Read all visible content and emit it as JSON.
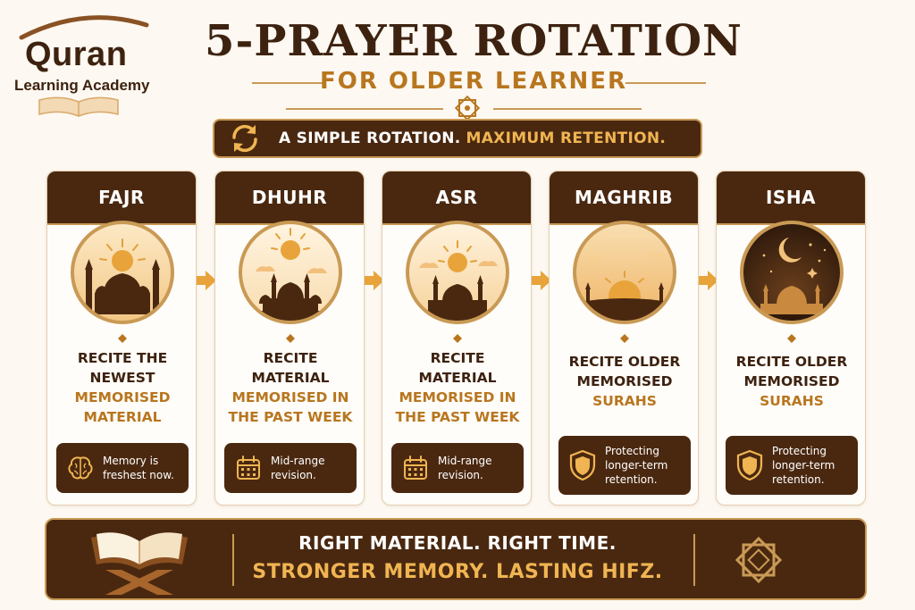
{
  "logo": {
    "name": "Quran",
    "subtitle": "Learning Academy"
  },
  "header": {
    "title": "5-PRAYER ROTATION",
    "subtitle": "FOR OLDER LEARNER"
  },
  "tagline": {
    "text": "A SIMPLE ROTATION.",
    "accent": "MAXIMUM RETENTION."
  },
  "colors": {
    "brown": "#4a2810",
    "gold": "#b8761f",
    "accent_gold": "#f0b552",
    "cream": "#fdf8f1"
  },
  "prayers": [
    {
      "name": "FAJR",
      "scene": "fajr-sunrise-mosque",
      "line1": "RECITE THE",
      "line2": "NEWEST",
      "gold1": "MEMORISED",
      "gold2": "MATERIAL",
      "note_icon": "brain-icon",
      "note1": "Memory is",
      "note2": "freshest now."
    },
    {
      "name": "DHUHR",
      "scene": "dhuhr-midday-mosque",
      "line1": "RECITE",
      "line2": "MATERIAL",
      "gold1": "MEMORISED IN",
      "gold2": "THE PAST WEEK",
      "note_icon": "calendar-icon",
      "note1": "Mid-range",
      "note2": "revision."
    },
    {
      "name": "ASR",
      "scene": "asr-afternoon-mosque",
      "line1": "RECITE",
      "line2": "MATERIAL",
      "gold1": "MEMORISED IN",
      "gold2": "THE PAST WEEK",
      "note_icon": "calendar-icon",
      "note1": "Mid-range",
      "note2": "revision."
    },
    {
      "name": "MAGHRIB",
      "scene": "maghrib-sunset",
      "line1": "RECITE OLDER",
      "line2": "MEMORISED",
      "gold1": "SURAHS",
      "gold2": "",
      "note_icon": "shield-icon",
      "note1": "Protecting",
      "note2": "longer-term",
      "note3": "retention."
    },
    {
      "name": "ISHA",
      "scene": "isha-night-mosque",
      "line1": "RECITE OLDER",
      "line2": "MEMORISED",
      "gold1": "SURAHS",
      "gold2": "",
      "note_icon": "shield-icon",
      "note1": "Protecting",
      "note2": "longer-term",
      "note3": "retention."
    }
  ],
  "footer": {
    "line1": "RIGHT MATERIAL. RIGHT TIME.",
    "line2": "STRONGER MEMORY. LASTING HIFZ."
  }
}
